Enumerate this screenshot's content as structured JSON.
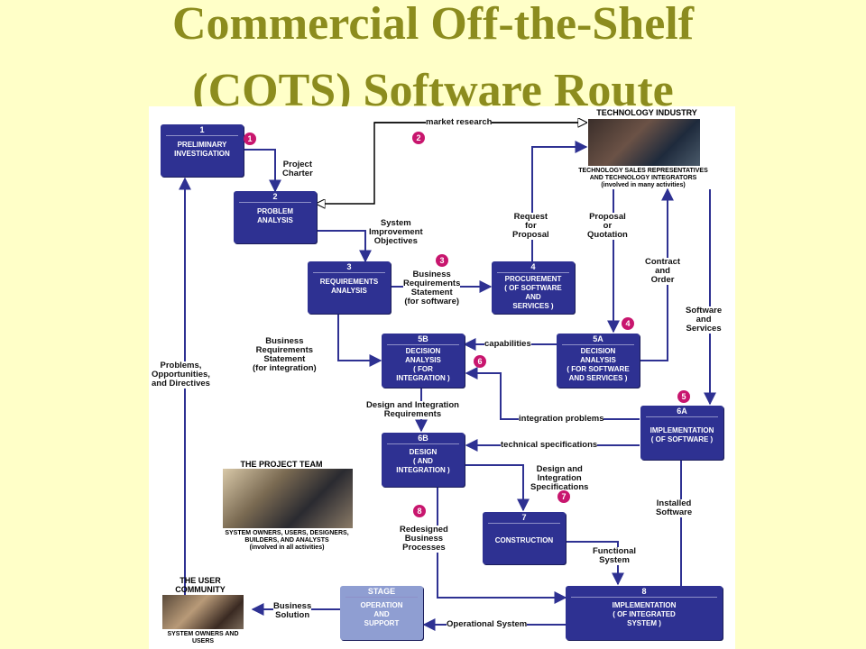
{
  "title": {
    "line1": "Commercial Off-the-Shelf",
    "line2": "(COTS) Software Route"
  },
  "boxes": {
    "b1": {
      "num": "1",
      "label": "PRELIMINARY\nINVESTIGATION"
    },
    "b2": {
      "num": "2",
      "label": "PROBLEM\nANALYSIS"
    },
    "b3": {
      "num": "3",
      "label": "REQUIREMENTS\nANALYSIS"
    },
    "b4": {
      "num": "4",
      "label": "PROCUREMENT\n( OF SOFTWARE\nAND\nSERVICES )"
    },
    "b5a": {
      "num": "5A",
      "label": "DECISION\nANALYSIS\n( FOR SOFTWARE\nAND SERVICES )"
    },
    "b5b": {
      "num": "5B",
      "label": "DECISION\nANALYSIS\n( FOR\nINTEGRATION )"
    },
    "b6a": {
      "num": "6A",
      "label": "IMPLEMENTATION\n( OF SOFTWARE )"
    },
    "b6b": {
      "num": "6B",
      "label": "DESIGN\n( AND\nINTEGRATION )"
    },
    "b7": {
      "num": "7",
      "label": "CONSTRUCTION"
    },
    "b8": {
      "num": "8",
      "label": "IMPLEMENTATION\n( OF INTEGRATED\nSYSTEM )"
    },
    "stage": {
      "num": "STAGE",
      "label": "OPERATION\nAND\nSUPPORT"
    }
  },
  "flows": {
    "market_research": "market research",
    "project_charter": "Project\nCharter",
    "system_improvement": "System\nImprovement\nObjectives",
    "request_for_proposal": "Request\nfor\nProposal",
    "proposal_quotation": "Proposal\nor\nQuotation",
    "business_req_software": "Business\nRequirements\nStatement\n(for software)",
    "contract_order": "Contract\nand\nOrder",
    "software_services": "Software\nand\nServices",
    "business_req_integration": "Business\nRequirements\nStatement\n(for integration)",
    "capabilities": "capabilities",
    "problems_opportunities": "Problems,\nOpportunities,\nand Directives",
    "design_integration_req": "Design and Integration\nRequirements",
    "integration_problems": "integration problems",
    "technical_specifications": "technical specifications",
    "design_integration_specs": "Design and\nIntegration\nSpecifications",
    "installed_software": "Installed\nSoftware",
    "redesigned_processes": "Redesigned\nBusiness\nProcesses",
    "functional_system": "Functional\nSystem",
    "business_solution": "Business\nSolution",
    "operational_system": "Operational System"
  },
  "badges": [
    "1",
    "2",
    "3",
    "4",
    "5",
    "6",
    "7",
    "8"
  ],
  "sections": {
    "tech_industry": "TECHNOLOGY INDUSTRY",
    "tech_caption": "TECHNOLOGY SALES REPRESENTATIVES\nAND TECHNOLOGY INTEGRATORS\n(involved in many activities)",
    "project_team": "THE PROJECT TEAM",
    "team_caption": "SYSTEM OWNERS, USERS, DESIGNERS,\nBUILDERS, AND ANALYSTS\n(involved in all activities)",
    "user_community": "THE USER\nCOMMUNITY",
    "user_caption": "SYSTEM OWNERS AND\nUSERS"
  },
  "colors": {
    "background": "#ffffc8",
    "title": "#8c8c1e",
    "box": "#2e3192",
    "stage_box": "#8f9ed2",
    "badge": "#c8166e",
    "line": "#2e3192"
  }
}
